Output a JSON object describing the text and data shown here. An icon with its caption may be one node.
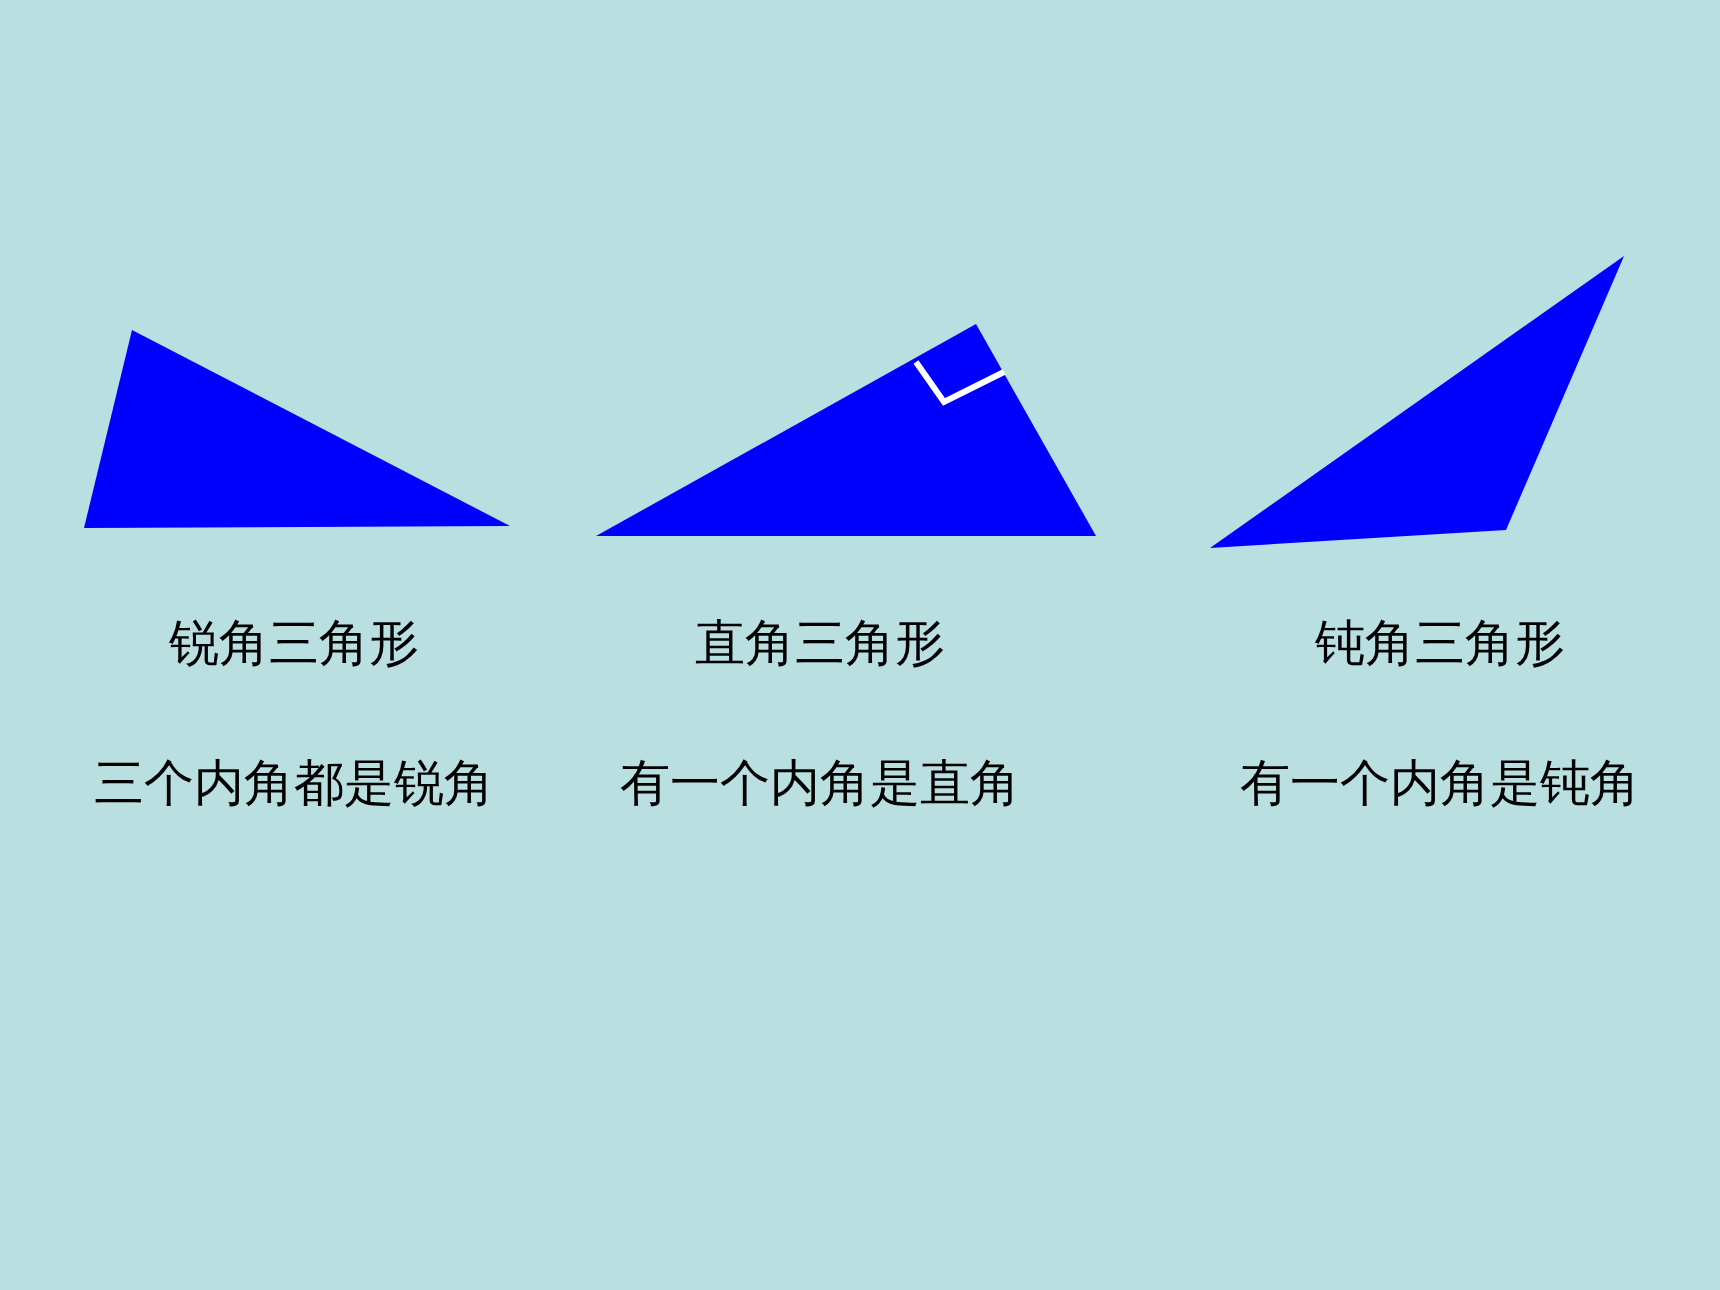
{
  "diagram": {
    "nodes": [
      {
        "text": [
          "锐角三角形",
          "三个内角都是锐角"
        ]
      },
      {
        "text": [
          "直角三角形",
          "有一个内角是直角"
        ]
      },
      {
        "text": [
          "钝角三角形",
          "有一个内角是钝角"
        ]
      }
    ]
  }
}
